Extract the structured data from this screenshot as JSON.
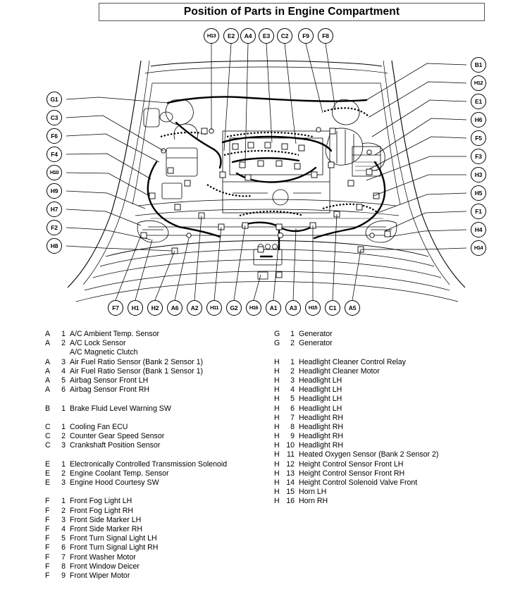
{
  "title": "Position of Parts in Engine Compartment",
  "diagram": {
    "name": "engine-compartment-line-art",
    "description": "Top-down line drawing of a vehicle engine compartment with wiring harnesses, showing leader lines radiating to lettered part callouts",
    "callouts": {
      "top": [
        "H13",
        "E2",
        "A4",
        "E3",
        "C2",
        "F9",
        "F8"
      ],
      "left": [
        "G1",
        "C3",
        "F6",
        "F4",
        "H10",
        "H9",
        "H7",
        "F2",
        "H8"
      ],
      "right": [
        "B1",
        "H12",
        "E1",
        "H6",
        "F5",
        "F3",
        "H3",
        "H5",
        "F1",
        "H4",
        "H14"
      ],
      "bottom": [
        "F7",
        "H1",
        "H2",
        "A6",
        "A2",
        "H11",
        "G2",
        "H16",
        "A1",
        "A3",
        "H15",
        "C1",
        "A5"
      ]
    }
  },
  "legend": {
    "left": [
      {
        "letter": "A",
        "number": "1",
        "desc": "A/C Ambient Temp. Sensor"
      },
      {
        "letter": "A",
        "number": "2",
        "desc": "A/C Lock Sensor"
      },
      {
        "letter": "",
        "number": "",
        "desc": "A/C Magnetic Clutch",
        "cont": true
      },
      {
        "letter": "A",
        "number": "3",
        "desc": "Air Fuel Ratio Sensor (Bank 2 Sensor 1)"
      },
      {
        "letter": "A",
        "number": "4",
        "desc": "Air Fuel Ratio Sensor (Bank 1 Sensor 1)"
      },
      {
        "letter": "A",
        "number": "5",
        "desc": "Airbag Sensor Front LH"
      },
      {
        "letter": "A",
        "number": "6",
        "desc": "Airbag Sensor Front RH"
      },
      {
        "spacer": true
      },
      {
        "letter": "B",
        "number": "1",
        "desc": "Brake Fluid Level Warning SW"
      },
      {
        "spacer": true
      },
      {
        "letter": "C",
        "number": "1",
        "desc": "Cooling Fan ECU"
      },
      {
        "letter": "C",
        "number": "2",
        "desc": "Counter Gear Speed Sensor"
      },
      {
        "letter": "C",
        "number": "3",
        "desc": "Crankshaft Position Sensor"
      },
      {
        "spacer": true
      },
      {
        "letter": "E",
        "number": "1",
        "desc": "Electronically Controlled Transmission Solenoid"
      },
      {
        "letter": "E",
        "number": "2",
        "desc": "Engine Coolant Temp. Sensor"
      },
      {
        "letter": "E",
        "number": "3",
        "desc": "Engine Hood Courtesy SW"
      },
      {
        "spacer": true
      },
      {
        "letter": "F",
        "number": "1",
        "desc": "Front Fog Light LH"
      },
      {
        "letter": "F",
        "number": "2",
        "desc": "Front Fog Light RH"
      },
      {
        "letter": "F",
        "number": "3",
        "desc": "Front Side Marker LH"
      },
      {
        "letter": "F",
        "number": "4",
        "desc": "Front Side Marker RH"
      },
      {
        "letter": "F",
        "number": "5",
        "desc": "Front Turn Signal Light LH"
      },
      {
        "letter": "F",
        "number": "6",
        "desc": "Front Turn Signal Light RH"
      },
      {
        "letter": "F",
        "number": "7",
        "desc": "Front Washer Motor"
      },
      {
        "letter": "F",
        "number": "8",
        "desc": "Front Window Deicer"
      },
      {
        "letter": "F",
        "number": "9",
        "desc": "Front Wiper Motor"
      }
    ],
    "right": [
      {
        "letter": "G",
        "number": "1",
        "desc": "Generator"
      },
      {
        "letter": "G",
        "number": "2",
        "desc": "Generator"
      },
      {
        "spacer": true
      },
      {
        "letter": "H",
        "number": "1",
        "desc": "Headlight Cleaner Control Relay"
      },
      {
        "letter": "H",
        "number": "2",
        "desc": "Headlight Cleaner Motor"
      },
      {
        "letter": "H",
        "number": "3",
        "desc": "Headlight LH"
      },
      {
        "letter": "H",
        "number": "4",
        "desc": "Headlight LH"
      },
      {
        "letter": "H",
        "number": "5",
        "desc": "Headlight LH"
      },
      {
        "letter": "H",
        "number": "6",
        "desc": "Headlight LH"
      },
      {
        "letter": "H",
        "number": "7",
        "desc": "Headlight RH"
      },
      {
        "letter": "H",
        "number": "8",
        "desc": "Headlight RH"
      },
      {
        "letter": "H",
        "number": "9",
        "desc": "Headlight RH"
      },
      {
        "letter": "H",
        "number": "10",
        "desc": "Headlight RH"
      },
      {
        "letter": "H",
        "number": "11",
        "desc": "Heated Oxygen Sensor (Bank 2 Sensor 2)"
      },
      {
        "letter": "H",
        "number": "12",
        "desc": "Height Control Sensor Front LH"
      },
      {
        "letter": "H",
        "number": "13",
        "desc": "Height Control Sensor Front RH"
      },
      {
        "letter": "H",
        "number": "14",
        "desc": "Height Control Solenoid Valve Front"
      },
      {
        "letter": "H",
        "number": "15",
        "desc": "Horn LH"
      },
      {
        "letter": "H",
        "number": "16",
        "desc": "Horn RH"
      }
    ]
  }
}
